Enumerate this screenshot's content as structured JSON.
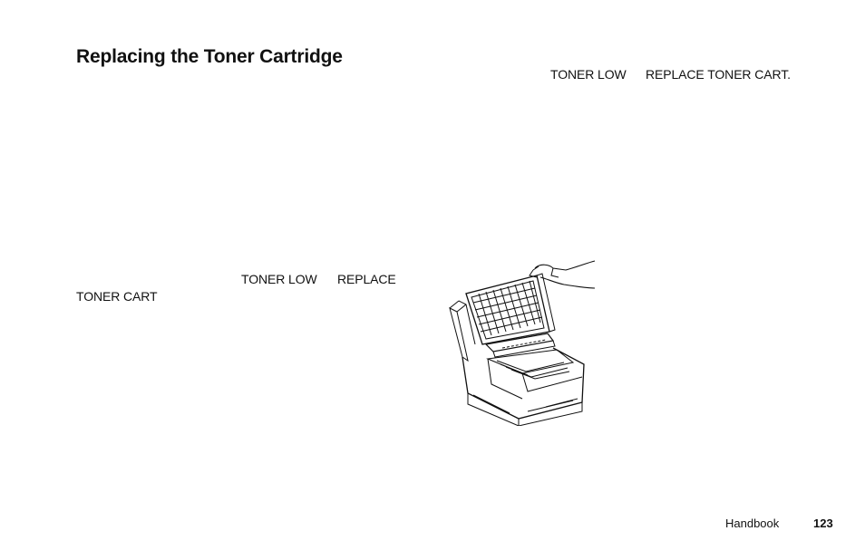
{
  "section": {
    "title": "Replacing the Toner Cartridge"
  },
  "top_messages": {
    "toner_low": "TONER LOW",
    "replace_toner_cart": "REPLACE TONER CART."
  },
  "body_messages": {
    "toner_low": "TONER LOW",
    "replace": "REPLACE",
    "toner_cart": "TONER CART"
  },
  "illustration": {
    "icon": "printer-open-cover-illustration"
  },
  "footer": {
    "label": "Handbook",
    "page_number": "123"
  }
}
